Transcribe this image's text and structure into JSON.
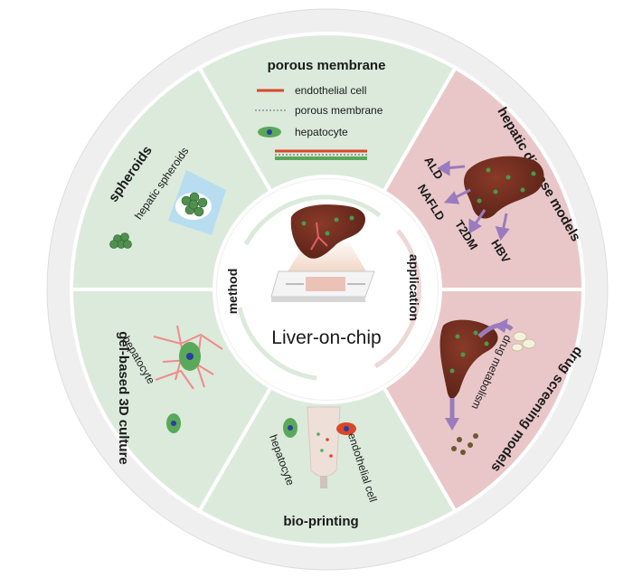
{
  "center": {
    "title": "Liver-on-chip",
    "method_label": "method",
    "application_label": "application"
  },
  "porous_membrane": {
    "title": "porous membrane",
    "legend": [
      "endothelial cell",
      "porous membrane",
      "hepatocyte"
    ]
  },
  "spheroids": {
    "title": "spheroids",
    "sub": "hepatic spheroids"
  },
  "gel_3d": {
    "title": "gel-based 3D culture",
    "sub": "hepatocyte"
  },
  "bioprinting": {
    "title": "bio-printing",
    "hepatocyte": "hepatocyte",
    "endothelial": "endothelial cell"
  },
  "disease_models": {
    "title": "hepatic disease models",
    "labels": [
      "ALD",
      "NAFLD",
      "T2DM",
      "HBV"
    ]
  },
  "drug_screening": {
    "title": "drug screening models",
    "sub": "drug metabolism"
  },
  "colors": {
    "green_sector": "#dbeadb",
    "pink_sector": "#e9c7c8",
    "outer_ring": "#eeeeee",
    "liver": "#6b2a1e",
    "nodule": "#4a9a4a",
    "arrow": "#9b7bbd",
    "vessel": "#e06060"
  }
}
